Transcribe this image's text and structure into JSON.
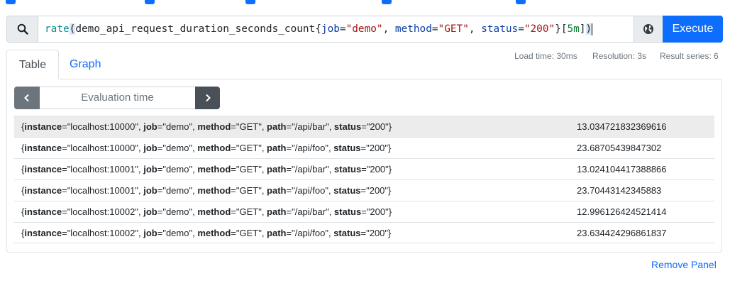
{
  "query": {
    "func": "rate",
    "metric": "demo_api_request_duration_seconds_count",
    "label_job": "job",
    "val_job": "\"demo\"",
    "label_method": "method",
    "val_method": "\"GET\"",
    "label_status": "status",
    "val_status": "\"200\"",
    "range": "5m"
  },
  "toolbar": {
    "execute_label": "Execute"
  },
  "stats": {
    "load_time": "Load time: 30ms",
    "resolution": "Resolution: 3s",
    "result_series": "Result series: 6"
  },
  "tabs": [
    {
      "label": "Table"
    },
    {
      "label": "Graph"
    }
  ],
  "eval": {
    "placeholder": "Evaluation time"
  },
  "results": [
    {
      "instance": "\"localhost:10000\"",
      "job": "\"demo\"",
      "method": "\"GET\"",
      "path": "\"/api/bar\"",
      "status": "\"200\"",
      "value": "13.034721832369616"
    },
    {
      "instance": "\"localhost:10000\"",
      "job": "\"demo\"",
      "method": "\"GET\"",
      "path": "\"/api/foo\"",
      "status": "\"200\"",
      "value": "23.68705439847302"
    },
    {
      "instance": "\"localhost:10001\"",
      "job": "\"demo\"",
      "method": "\"GET\"",
      "path": "\"/api/bar\"",
      "status": "\"200\"",
      "value": "13.024104417388866"
    },
    {
      "instance": "\"localhost:10001\"",
      "job": "\"demo\"",
      "method": "\"GET\"",
      "path": "\"/api/foo\"",
      "status": "\"200\"",
      "value": "23.70443142345883"
    },
    {
      "instance": "\"localhost:10002\"",
      "job": "\"demo\"",
      "method": "\"GET\"",
      "path": "\"/api/bar\"",
      "status": "\"200\"",
      "value": "12.996126424521414"
    },
    {
      "instance": "\"localhost:10002\"",
      "job": "\"demo\"",
      "method": "\"GET\"",
      "path": "\"/api/foo\"",
      "status": "\"200\"",
      "value": "23.634424296861837"
    }
  ],
  "label_keys": {
    "instance": "instance",
    "job": "job",
    "method": "method",
    "path": "path",
    "status": "status"
  },
  "footer": {
    "remove_panel": "Remove Panel"
  },
  "icons": {
    "search": "search-icon",
    "globe": "globe-icon",
    "prev": "chevron-left-icon",
    "next": "chevron-right-icon"
  },
  "colors": {
    "accent": "#0d6efd",
    "func": "#0f8b8d",
    "label": "#0b3fa6",
    "string": "#a31515",
    "number": "#0b7d31"
  }
}
